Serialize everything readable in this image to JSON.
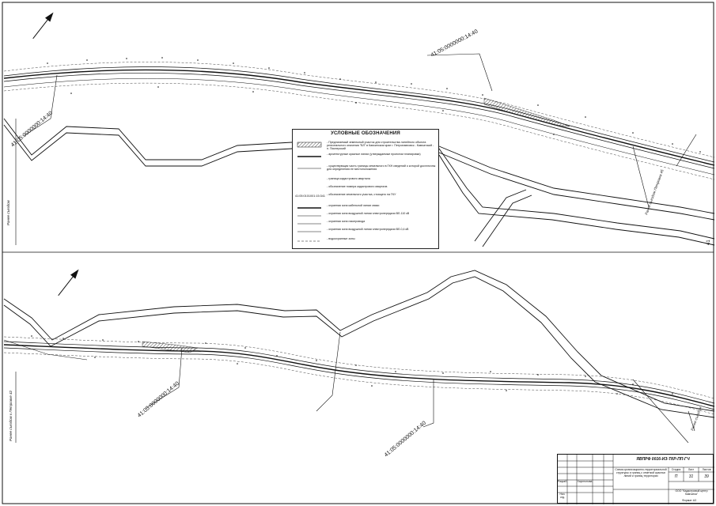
{
  "sheet": {
    "colors": {
      "line": "#111111",
      "paper": "#ffffff",
      "hatch": "#222222"
    }
  },
  "top_panel": {
    "cadastral_label_1": "41:05:0000000:14:40",
    "cadastral_label_2": "41:05:0000000:14:40",
    "road_label_left": "Ранее съездом",
    "road_label_right": "Ранее съездом Петровка 45",
    "parcel_label_edge": "41"
  },
  "bottom_panel": {
    "cadastral_label_1": "41:05:0000000:14:40",
    "cadastral_label_2": "41:05:0000000:14:40",
    "road_label_left": "Ранее съездом к Петровке 42",
    "road_label_right": "Ранее съездом"
  },
  "legend": {
    "title": "УСЛОВНЫЕ ОБОЗНАЧЕНИЯ",
    "items": [
      {
        "symbol": "hatch",
        "code": "",
        "text": "- Предлагаемый земельный участок для строительства линейного объекта регионального значения \"ВЛ\" в Камчатском крае г. Петропавловск - Камчатский - п. Пионерский"
      },
      {
        "symbol": "bold-line",
        "code": "",
        "text": "- архитектурные красные линии (утверждаемые проектом планировки)"
      },
      {
        "symbol": "thin-line",
        "code": "",
        "text": "- существующая часть границы земельного в ГКН сведений о которой достаточны для определения ее местоположения"
      },
      {
        "symbol": "none",
        "code": "",
        "text": "- граница кадастрового квартала"
      },
      {
        "symbol": "none",
        "code": "",
        "text": "- обозначение номера кадастрового квартала"
      },
      {
        "symbol": "none",
        "code": "41:05:0101001:15:341",
        "text": "- обозначение земельного участка, стоящего на ГКУ"
      },
      {
        "symbol": "bold-line",
        "code": "",
        "text": "- охранная зона кабельной линии связи"
      },
      {
        "symbol": "thin-line",
        "code": "",
        "text": "- охранная зона воздушной линии электропередачи ВЛ-110 кВ"
      },
      {
        "symbol": "thin-line",
        "code": "",
        "text": "- охранная зона газопровода"
      },
      {
        "symbol": "thin-line",
        "code": "",
        "text": "- охранная зона воздушной линии электропередачи ВЛ-0,4 кВ"
      },
      {
        "symbol": "dash-line",
        "code": "",
        "text": "- водоохранные зоны"
      }
    ]
  },
  "stamp": {
    "doc_code": "ЯВПРФ 0016-ИЗ-ТКР-ПП-ГЧ",
    "description": "Схема организационно-территориальной структуры и границ с отметкой красных линий и границ территории",
    "head_stage": "Стадия",
    "head_sheet": "Лист",
    "head_sheets": "Листов",
    "stage": "П",
    "sheet": "31",
    "sheets": "39",
    "org": "ООО \"Кадастровый центр Камчатка\"",
    "role_1": "Разраб.",
    "name_1": "Харитонова",
    "role_2": "Нач. отд.",
    "name_2": "",
    "format": "Формат А3"
  }
}
